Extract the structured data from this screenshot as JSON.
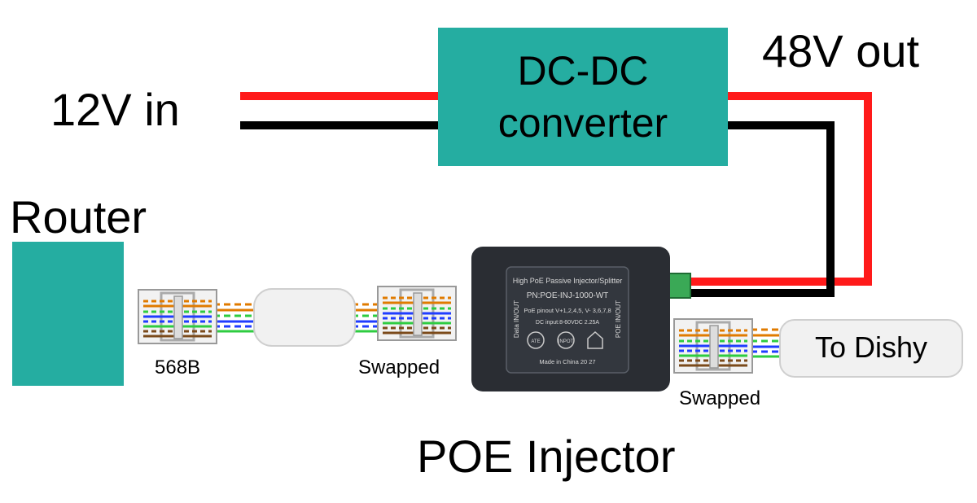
{
  "labels": {
    "power_in": "12V in",
    "power_out": "48V out",
    "router": "Router",
    "poe_injector": "POE Injector",
    "to_dishy": "To Dishy",
    "standard_568b": "568B",
    "swapped_left": "Swapped",
    "swapped_right": "Swapped"
  },
  "converter": {
    "line1": "DC-DC",
    "line2": "converter"
  },
  "injector_plate": {
    "brand": "High PoE Passive Injector/Splitter",
    "part_number": "PN:POE-INJ-1000-WT",
    "pinout": "PoE pinout V+1,2,4,5,  V- 3,6,7,8",
    "dc_input": "DC input:8-60VDC 2.25A",
    "badge_left": "ATE",
    "badge_right": "INPOT",
    "made_in": "Made in China  20 27",
    "port_left": "Data IN/OUT",
    "port_right": "POE IN/OUT"
  },
  "colors": {
    "teal": "#25ada1",
    "red_wire": "#ff1a1a",
    "black_wire": "#000000",
    "injector_body": "#2a2d33"
  }
}
